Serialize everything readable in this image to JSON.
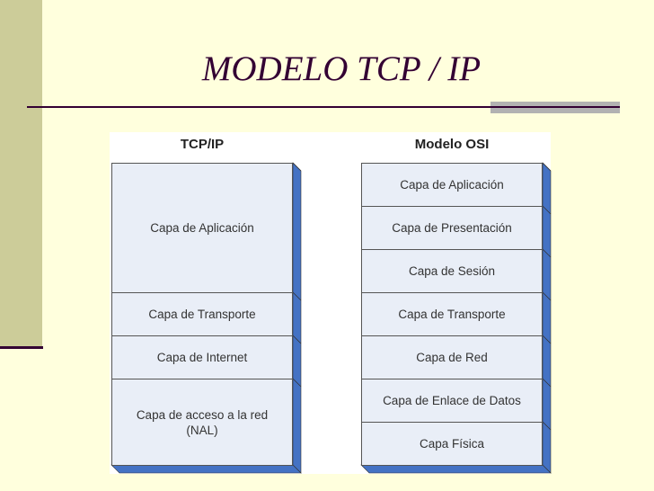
{
  "slide": {
    "title": "MODELO TCP / IP"
  },
  "tcpip": {
    "header": "TCP/IP",
    "layers": [
      {
        "label": "Capa de Aplicación",
        "span": 3
      },
      {
        "label": "Capa de Transporte",
        "span": 1
      },
      {
        "label": "Capa de Internet",
        "span": 1
      },
      {
        "label": "Capa de acceso a la red (NAL)",
        "span": 2
      }
    ]
  },
  "osi": {
    "header": "Modelo OSI",
    "layers": [
      {
        "label": "Capa de Aplicación",
        "span": 1
      },
      {
        "label": "Capa de Presentación",
        "span": 1
      },
      {
        "label": "Capa de Sesión",
        "span": 1
      },
      {
        "label": "Capa de Transporte",
        "span": 1
      },
      {
        "label": "Capa de Red",
        "span": 1
      },
      {
        "label": "Capa de Enlace de Datos",
        "span": 1
      },
      {
        "label": "Capa Física",
        "span": 1
      }
    ]
  },
  "colors": {
    "face": "#e9eef7",
    "depth": "#4472c4",
    "background": "#ffffdd",
    "band": "#cccc99",
    "title": "#330033"
  }
}
